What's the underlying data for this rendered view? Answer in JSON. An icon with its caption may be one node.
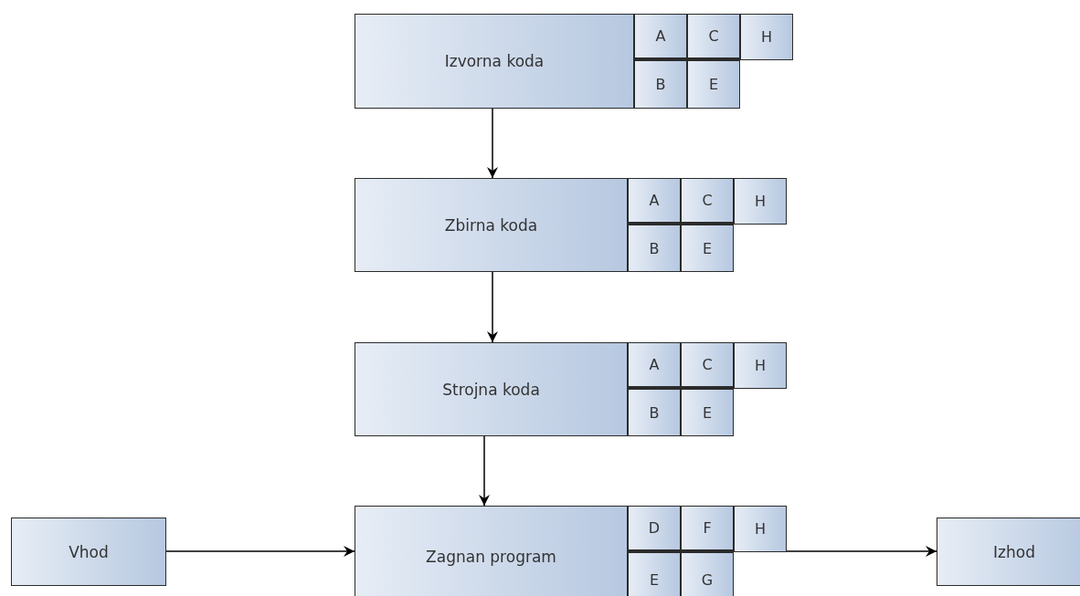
{
  "diagram": {
    "nodes": [
      {
        "text": [
          "Izvorna koda"
        ]
      },
      {
        "text": [
          "A"
        ]
      },
      {
        "text": [
          "C"
        ]
      },
      {
        "text": [
          "H"
        ]
      },
      {
        "text": [
          "B"
        ]
      },
      {
        "text": [
          "E"
        ]
      },
      {
        "text": [
          "Zbirna koda"
        ]
      },
      {
        "text": [
          "A"
        ]
      },
      {
        "text": [
          "C"
        ]
      },
      {
        "text": [
          "H"
        ]
      },
      {
        "text": [
          "B"
        ]
      },
      {
        "text": [
          "E"
        ]
      },
      {
        "text": [
          "Strojna koda"
        ]
      },
      {
        "text": [
          "A"
        ]
      },
      {
        "text": [
          "C"
        ]
      },
      {
        "text": [
          "H"
        ]
      },
      {
        "text": [
          "B"
        ]
      },
      {
        "text": [
          "E"
        ]
      },
      {
        "text": [
          "Vhod"
        ]
      },
      {
        "text": [
          "Zagnan program"
        ]
      },
      {
        "text": [
          "D"
        ]
      },
      {
        "text": [
          "F"
        ]
      },
      {
        "text": [
          "H"
        ]
      },
      {
        "text": [
          "E"
        ]
      },
      {
        "text": [
          "G"
        ]
      },
      {
        "text": [
          "Izhod"
        ]
      }
    ],
    "edges": [
      {
        "from": 0,
        "to": 6,
        "arrow": "to"
      },
      {
        "from": 6,
        "to": 12,
        "arrow": "to"
      },
      {
        "from": 12,
        "to": 19,
        "arrow": "to"
      },
      {
        "from": 18,
        "to": 19,
        "arrow": "to"
      },
      {
        "from": 19,
        "to": 25,
        "arrow": "to"
      }
    ]
  }
}
